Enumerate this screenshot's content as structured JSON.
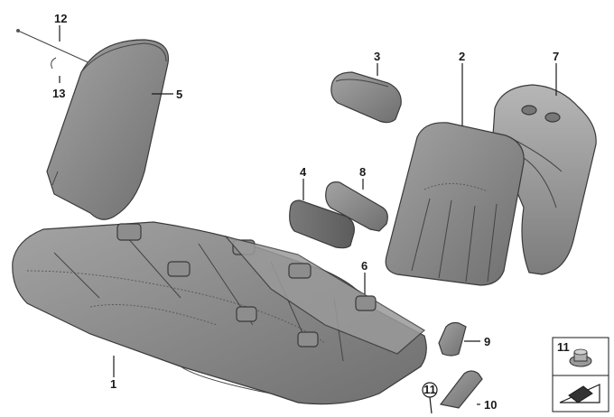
{
  "callouts": {
    "c1": "1",
    "c2": "2",
    "c3": "3",
    "c4": "4",
    "c5": "5",
    "c6": "6",
    "c7": "7",
    "c8": "8",
    "c9": "9",
    "c10": "10",
    "c11": "11",
    "c12": "12",
    "c13": "13",
    "c11_circled": "11"
  },
  "legend_box": {
    "label": "11"
  },
  "colors": {
    "part_fill": "#8a8a8a",
    "part_dark": "#6e6e6e",
    "part_light": "#a9a9a9",
    "line": "#1a1a1a"
  }
}
